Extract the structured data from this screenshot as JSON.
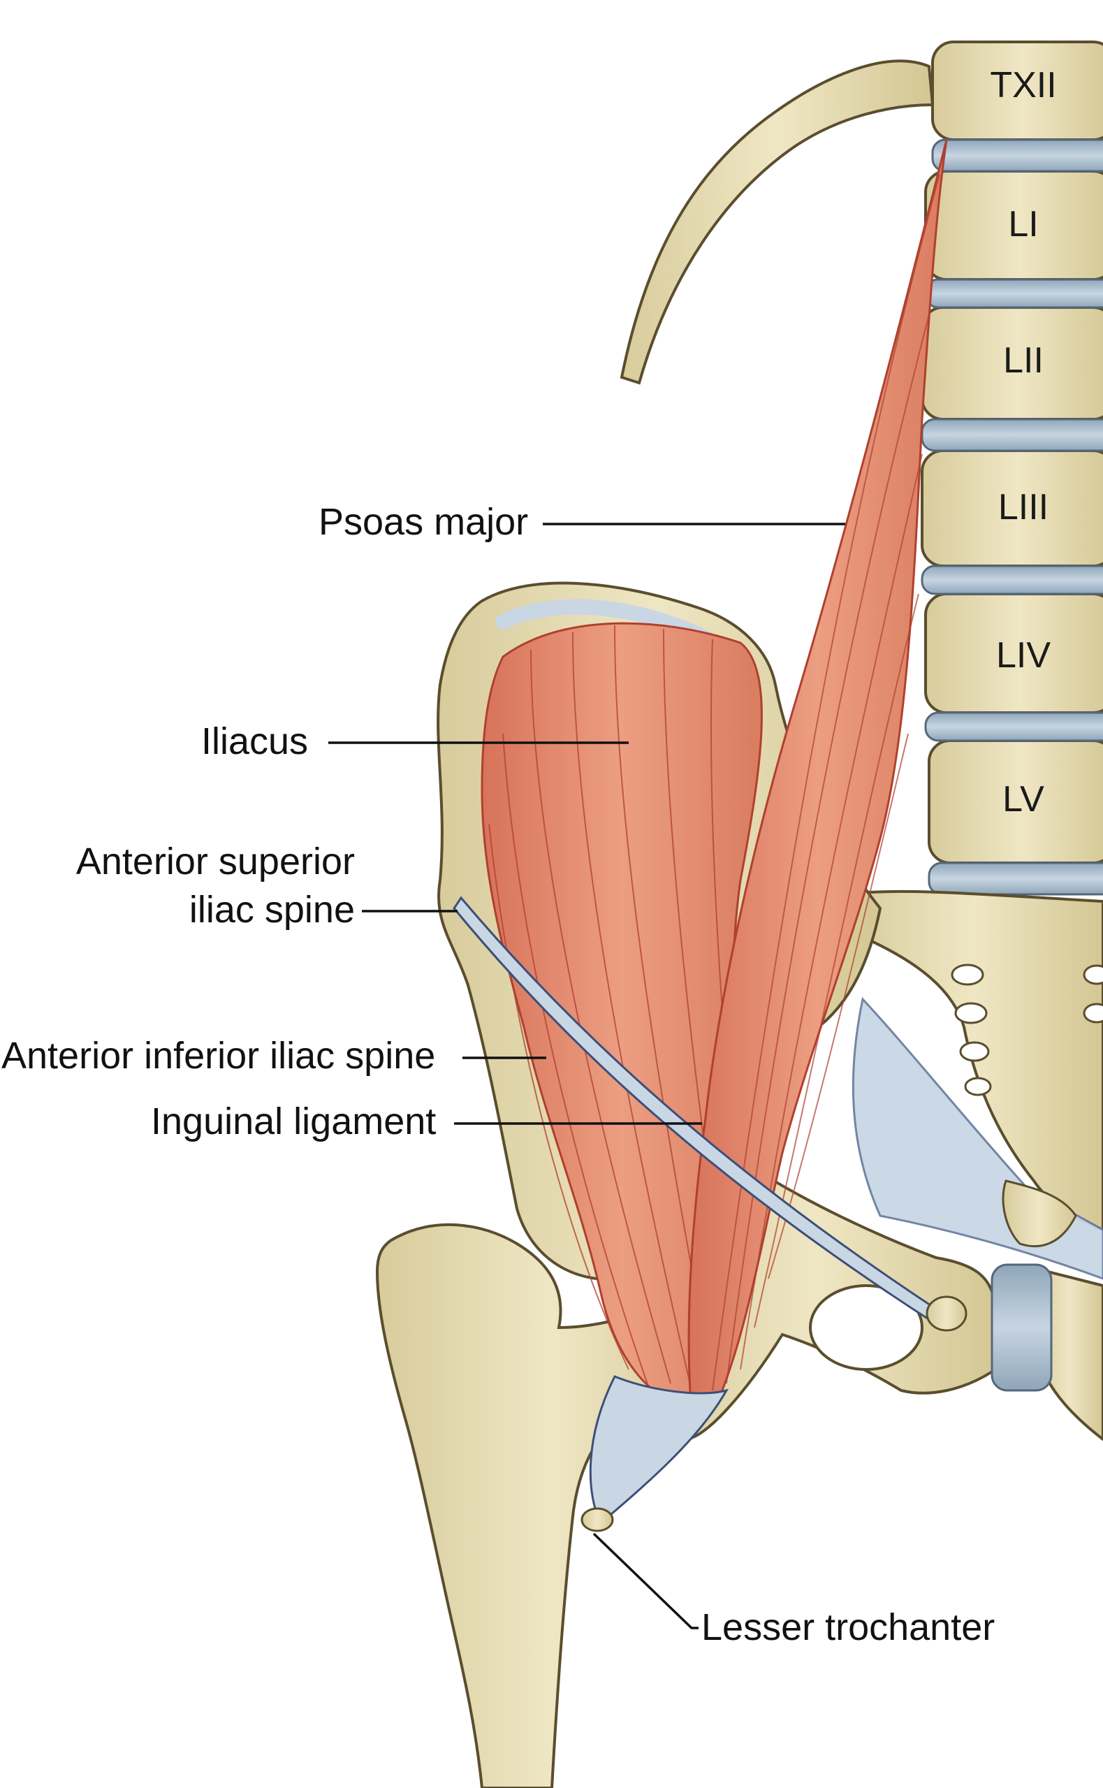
{
  "labels": {
    "psoas_major": "Psoas major",
    "iliacus": "Iliacus",
    "asis_line1": "Anterior superior",
    "asis_line2": "iliac spine",
    "aiis": "Anterior inferior iliac spine",
    "inguinal_ligament": "Inguinal ligament",
    "lesser_trochanter": "Lesser trochanter"
  },
  "vertebrae": [
    "TXII",
    "LI",
    "LII",
    "LIII",
    "LIV",
    "LV"
  ],
  "colors": {
    "bone": "#e8dfb8",
    "bone_shadow": "#c9bd8c",
    "bone_outline": "#5a4e2e",
    "muscle": "#e0876a",
    "muscle_light": "#eba78c",
    "muscle_fiber": "#b0402e",
    "disc": "#a9bccb",
    "ligament": "#c9d6e4",
    "ligament_dark": "#3c4f78",
    "leader": "#111111"
  }
}
